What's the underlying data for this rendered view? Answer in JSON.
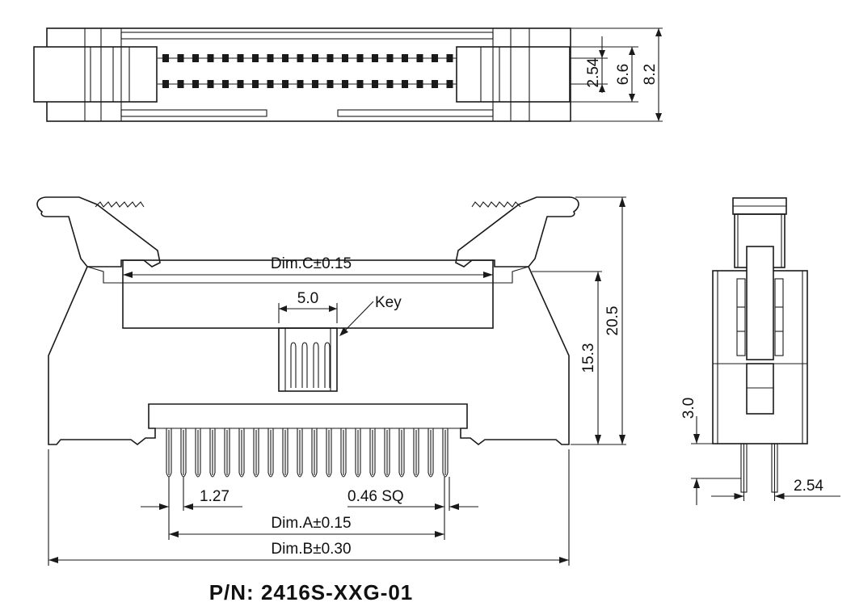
{
  "dimensions": {
    "top_pitch": "2.54",
    "top_width": "6.6",
    "top_overall": "8.2",
    "dim_c": "Dim.C±0.15",
    "key_width": "5.0",
    "key_label": "Key",
    "height_body": "15.3",
    "height_overall": "20.5",
    "pin_pitch": "1.27",
    "pin_size": "0.46 SQ",
    "dim_a": "Dim.A±0.15",
    "dim_b": "Dim.B±0.30",
    "side_tail": "3.0",
    "side_pitch": "2.54"
  },
  "part_number": "P/N: 2416S-XXG-01",
  "colors": {
    "line": "#1a1a1a",
    "background": "#ffffff"
  }
}
